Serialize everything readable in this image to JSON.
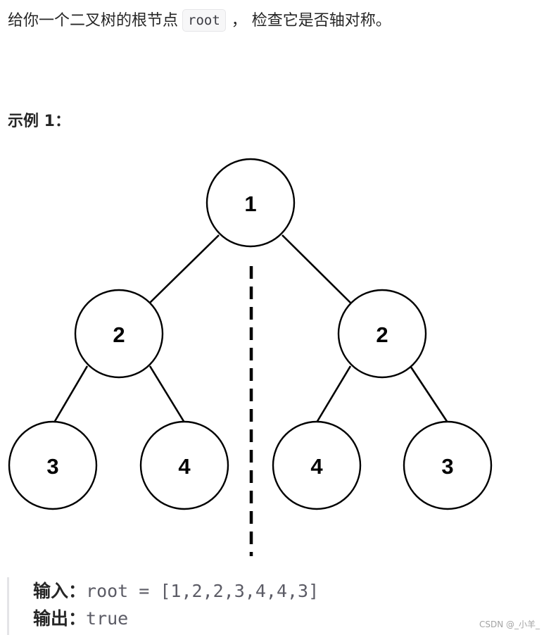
{
  "problem": {
    "text_before": "给你一个二叉树的根节点",
    "code": "root",
    "text_after": "， 检查它是否轴对称。"
  },
  "example": {
    "heading": "示例 1：",
    "input_label": "输入：",
    "input_value": "root = [1,2,2,3,4,4,3]",
    "output_label": "输出：",
    "output_value": "true"
  },
  "tree": {
    "root": "1",
    "left": "2",
    "right": "2",
    "left_left": "3",
    "left_right": "4",
    "right_left": "4",
    "right_right": "3"
  },
  "watermark": "CSDN @_小羊_"
}
